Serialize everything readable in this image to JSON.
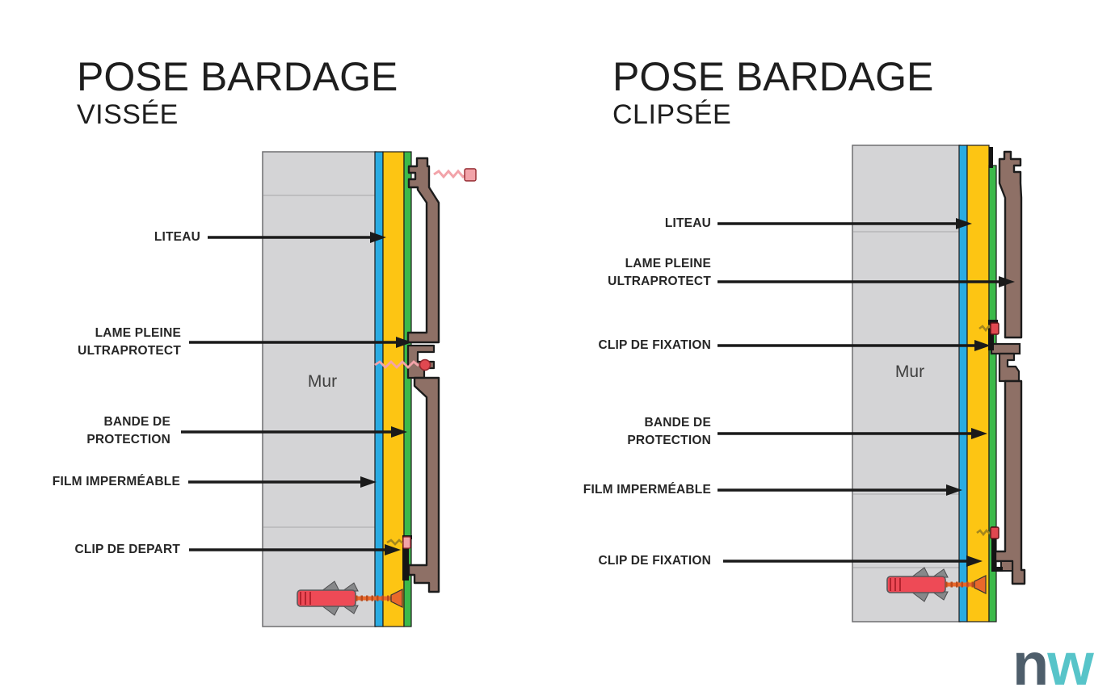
{
  "titles": {
    "left": {
      "line1": "POSE BARDAGE",
      "line2": "VISSÉE"
    },
    "right": {
      "line1": "POSE BARDAGE",
      "line2": "CLIPSÉE"
    }
  },
  "left_diagram": {
    "wall_label": "Mur",
    "labels": {
      "liteau": "LITEAU",
      "lame": "LAME PLEINE\nULTRAPROTECT",
      "bande": "BANDE DE\nPROTECTION",
      "film": "FILM IMPERMÉABLE",
      "clip": "CLIP DE DEPART"
    }
  },
  "right_diagram": {
    "wall_label": "Mur",
    "labels": {
      "liteau": "LITEAU",
      "lame": "LAME PLEINE\nULTRAPROTECT",
      "clip_top": "CLIP DE FIXATION",
      "bande": "BANDE DE\nPROTECTION",
      "film": "FILM IMPERMÉABLE",
      "clip_bottom": "CLIP DE FIXATION"
    }
  },
  "logo": {
    "n": "n",
    "w": "w"
  },
  "palette": {
    "bg": "#ffffff",
    "text": "#262626",
    "title": "#1e1e1e",
    "wall": "#d4d4d6",
    "wall-stroke": "#6f6f71",
    "wall-joint": "#b6b6b8",
    "film-blue": "#2aabe2",
    "liteau-yellow": "#fdc513",
    "bande-green": "#3cb94a",
    "outline": "#1c1c1c",
    "board-brown": "#8e7066",
    "screw-pink": "#f2a3a9",
    "screw-red": "#e04850",
    "screw-dark": "#93272e",
    "plug-red": "#ee4a56",
    "plug-gray": "#87888a",
    "screw-orange": "#e9682b",
    "screw-gold": "#a3861d",
    "clip-black": "#141414",
    "arrow": "#1a1a1a",
    "logo-dark": "#4e5e6b",
    "logo-teal": "#57c4c9"
  }
}
